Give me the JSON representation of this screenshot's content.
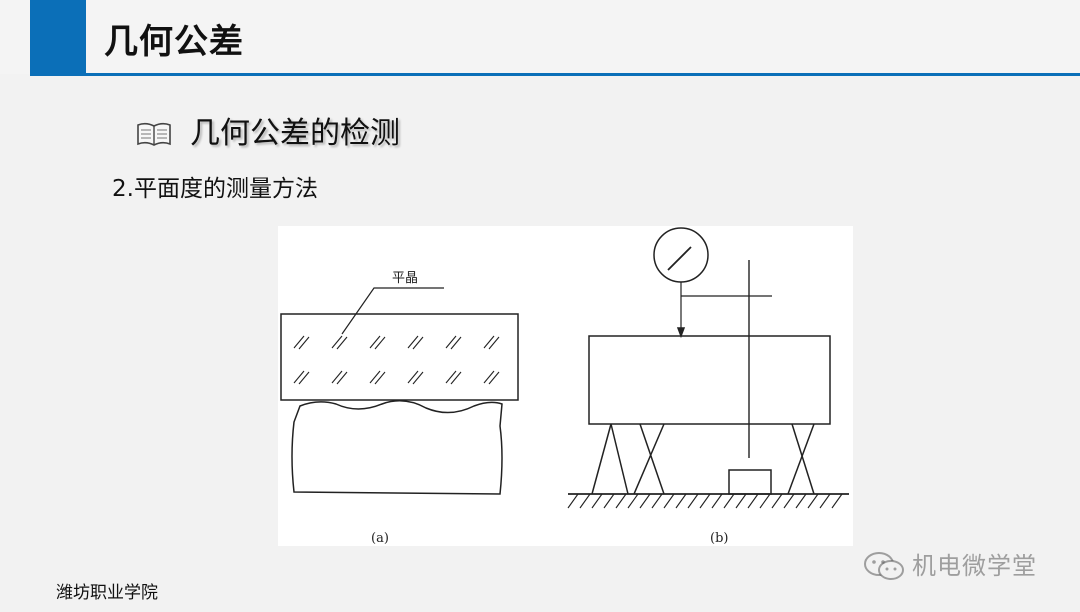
{
  "header": {
    "title": "几何公差"
  },
  "section": {
    "icon": "book-icon",
    "title": "几何公差的检测"
  },
  "subheading": "2.平面度的测量方法",
  "figure": {
    "label_flat_crystal": "平晶",
    "caption_a": "(a)",
    "caption_b": "(b)"
  },
  "footer": {
    "school": "潍坊职业学院"
  },
  "watermark": {
    "icon": "wechat-icon",
    "text": "机电微学堂"
  },
  "colors": {
    "accent": "#0b6fb8",
    "background": "#f2f2f2"
  }
}
